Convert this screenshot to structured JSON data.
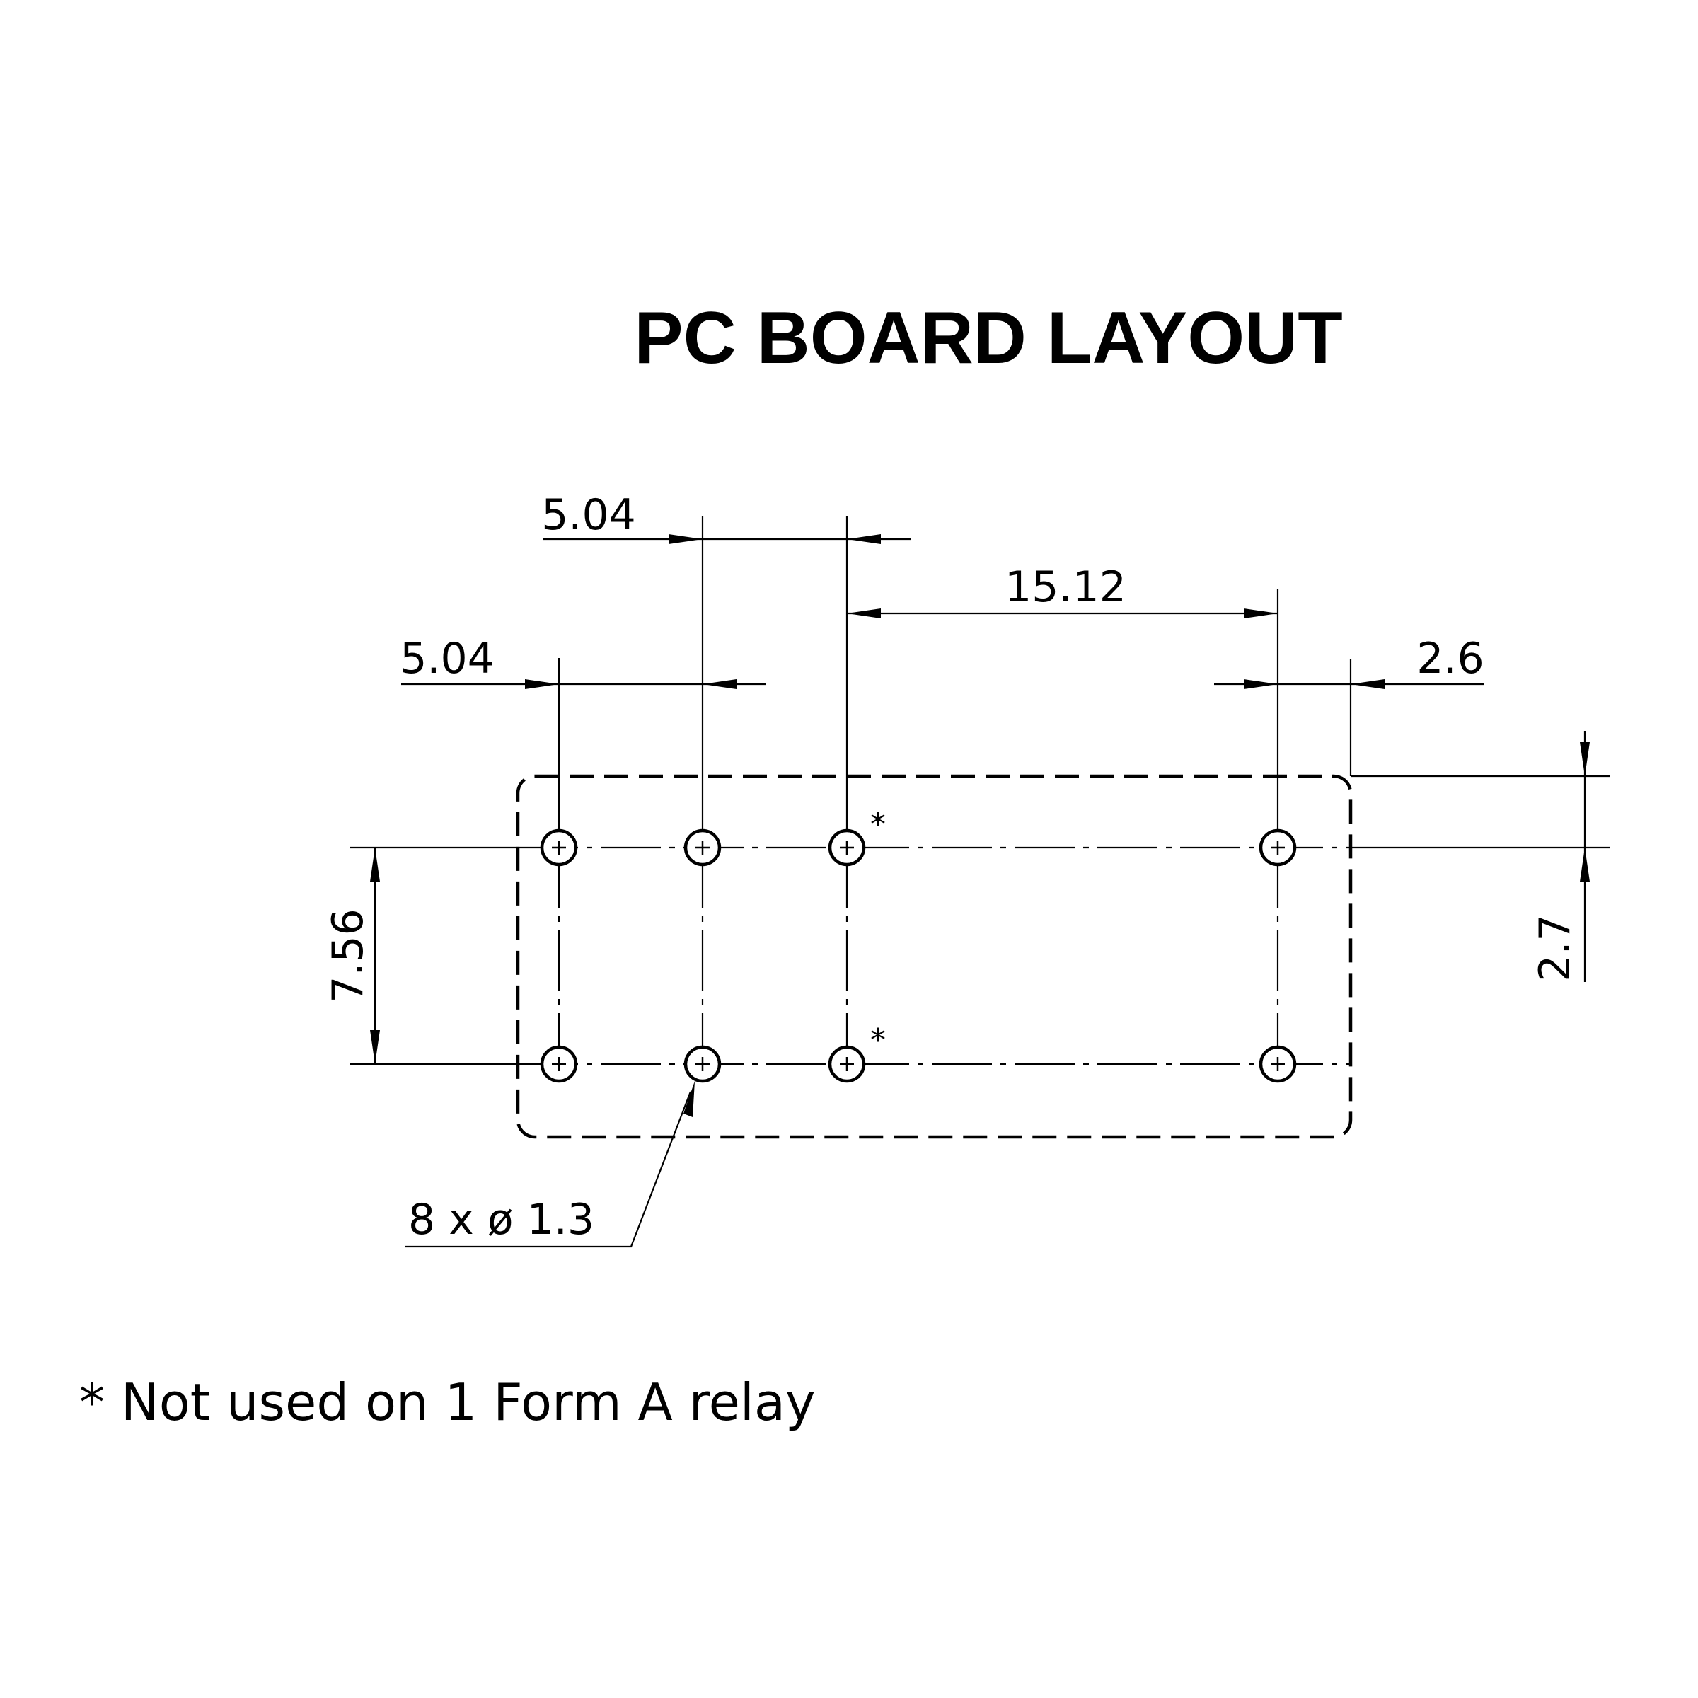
{
  "title": "PC BOARD LAYOUT",
  "dimensions": {
    "top_pitch": "5.04",
    "left_pitch": "5.04",
    "long_span": "15.12",
    "edge_offset_x": "2.6",
    "row_spacing": "7.56",
    "edge_offset_y": "2.7"
  },
  "hole_callout": "8 x ø 1.3",
  "marker": "*",
  "footnote": "* Not used on 1 Form A relay",
  "holes": {
    "count": 8,
    "diameter_mm": 1.3
  }
}
